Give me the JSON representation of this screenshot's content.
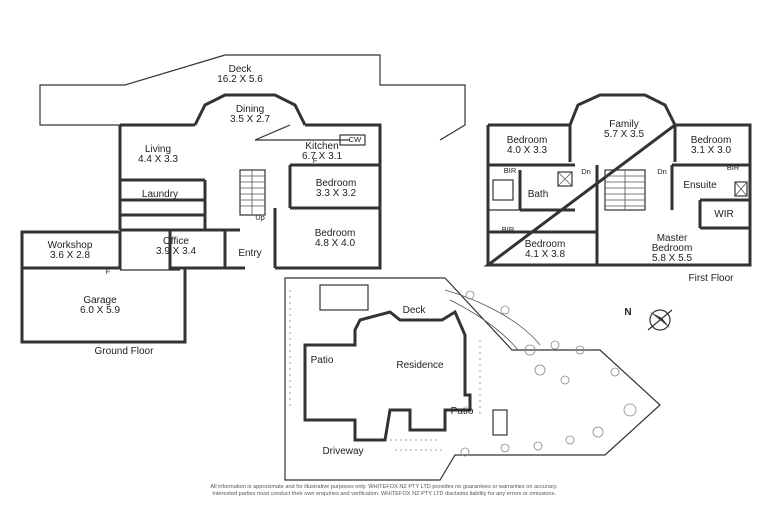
{
  "ground_floor": {
    "caption": "Ground Floor",
    "rooms": {
      "deck": {
        "name": "Deck",
        "dims": "16.2 X 5.6"
      },
      "dining": {
        "name": "Dining",
        "dims": "3.5 X 2.7"
      },
      "living": {
        "name": "Living",
        "dims": "4.4 X 3.3"
      },
      "kitchen": {
        "name": "Kitchen",
        "dims": "6.7 X 3.1"
      },
      "laundry": {
        "name": "Laundry"
      },
      "bedroom_small": {
        "name": "Bedroom",
        "dims": "3.3 X 3.2"
      },
      "office": {
        "name": "Office",
        "dims": "3.9 X 3.4"
      },
      "bedroom_large": {
        "name": "Bedroom",
        "dims": "4.8 X 4.0"
      },
      "entry": {
        "name": "Entry"
      },
      "workshop": {
        "name": "Workshop",
        "dims": "3.6 X 2.8"
      },
      "garage": {
        "name": "Garage",
        "dims": "6.0 X 5.9"
      }
    },
    "markers": {
      "cw": "CW",
      "f1": "F",
      "f2": "F",
      "up": "Up"
    }
  },
  "first_floor": {
    "caption": "First Floor",
    "rooms": {
      "bedroom_nw": {
        "name": "Bedroom",
        "dims": "4.0 X 3.3"
      },
      "family": {
        "name": "Family",
        "dims": "5.7 X 3.5"
      },
      "bedroom_ne": {
        "name": "Bedroom",
        "dims": "3.1 X 3.0"
      },
      "bath": {
        "name": "Bath"
      },
      "ensuite": {
        "name": "Ensuite"
      },
      "wir": {
        "name": "WIR"
      },
      "bedroom_sw": {
        "name": "Bedroom",
        "dims": "4.1 X 3.8"
      },
      "master": {
        "name": "Master",
        "name2": "Bedroom",
        "dims": "5.8 X 5.5"
      }
    },
    "markers": {
      "bir1": "BIR",
      "bir2": "BIR",
      "bir3": "BIR",
      "dn1": "Dn",
      "dn2": "Dn"
    }
  },
  "site_plan": {
    "labels": {
      "deck": "Deck",
      "residence": "Residence",
      "patio_left": "Patio",
      "patio_right": "Patio",
      "driveway": "Driveway"
    },
    "north": "N"
  },
  "disclaimer": {
    "line1": "All information is approximate and for illustrative purposes only. WHITEFOX NZ PTY LTD provides no guarantees or warranties on accuracy.",
    "line2": "Interested parties must conduct their own enquiries and verification. WHITEFOX NZ PTY LTD disclaims liability for any errors or omissions."
  }
}
